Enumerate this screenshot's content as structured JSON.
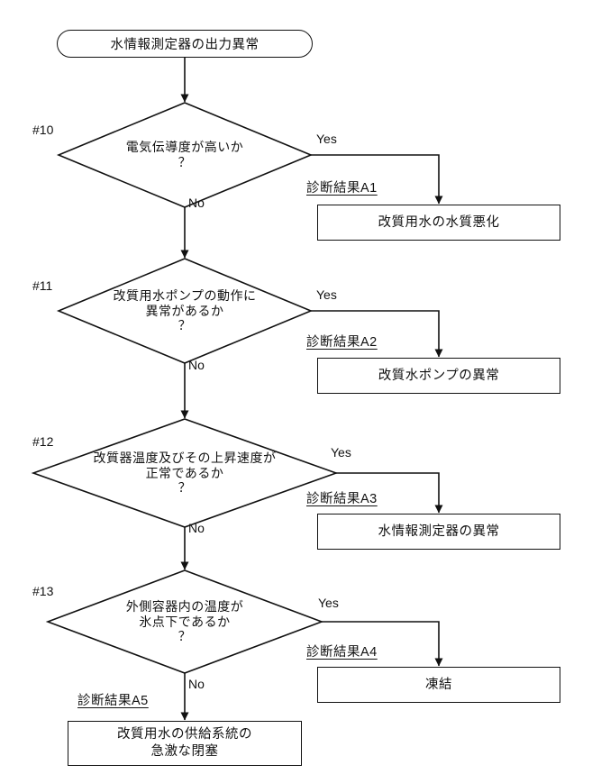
{
  "flowchart": {
    "start_label": "水情報測定器の出力異常",
    "decisions": [
      {
        "id": "#10",
        "lines": [
          "電気伝導度が高いか",
          "？"
        ],
        "yes_label": "Yes",
        "no_label": "No"
      },
      {
        "id": "#11",
        "lines": [
          "改質用水ポンプの動作に",
          "異常があるか",
          "？"
        ],
        "yes_label": "Yes",
        "no_label": "No"
      },
      {
        "id": "#12",
        "lines": [
          "改質器温度及びその上昇速度が",
          "正常であるか",
          "？"
        ],
        "yes_label": "Yes",
        "no_label": "No"
      },
      {
        "id": "#13",
        "lines": [
          "外側容器内の温度が",
          "氷点下であるか",
          "？"
        ],
        "yes_label": "Yes",
        "no_label": "No"
      }
    ],
    "results": [
      {
        "label": "診断結果A1",
        "lines": [
          "改質用水の水質悪化"
        ]
      },
      {
        "label": "診断結果A2",
        "lines": [
          "改質水ポンプの異常"
        ]
      },
      {
        "label": "診断結果A3",
        "lines": [
          "水情報測定器の異常"
        ]
      },
      {
        "label": "診断結果A4",
        "lines": [
          "凍結"
        ]
      },
      {
        "label": "診断結果A5",
        "lines": [
          "改質用水の供給系統の",
          "急激な閉塞"
        ]
      }
    ]
  }
}
